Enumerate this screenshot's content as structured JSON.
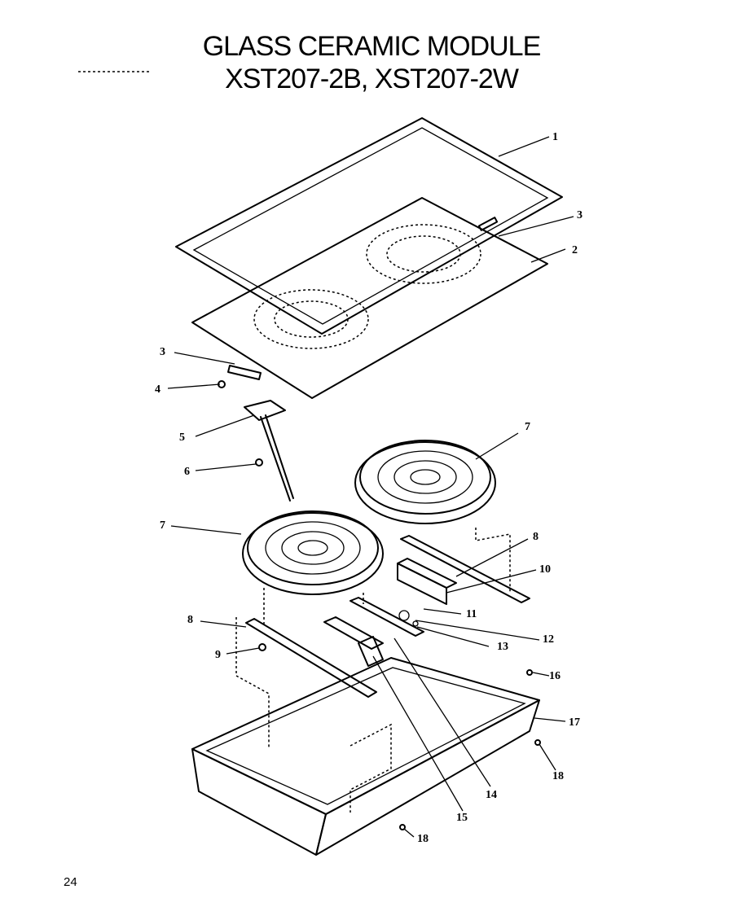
{
  "title_line1": "GLASS CERAMIC MODULE",
  "title_line2": "XST207-2B, XST207-2W",
  "page_number": "24",
  "callouts": [
    "1",
    "2",
    "3",
    "3",
    "4",
    "5",
    "6",
    "7",
    "7",
    "8",
    "8",
    "9",
    "10",
    "11",
    "12",
    "13",
    "14",
    "15",
    "16",
    "17",
    "18",
    "18"
  ]
}
